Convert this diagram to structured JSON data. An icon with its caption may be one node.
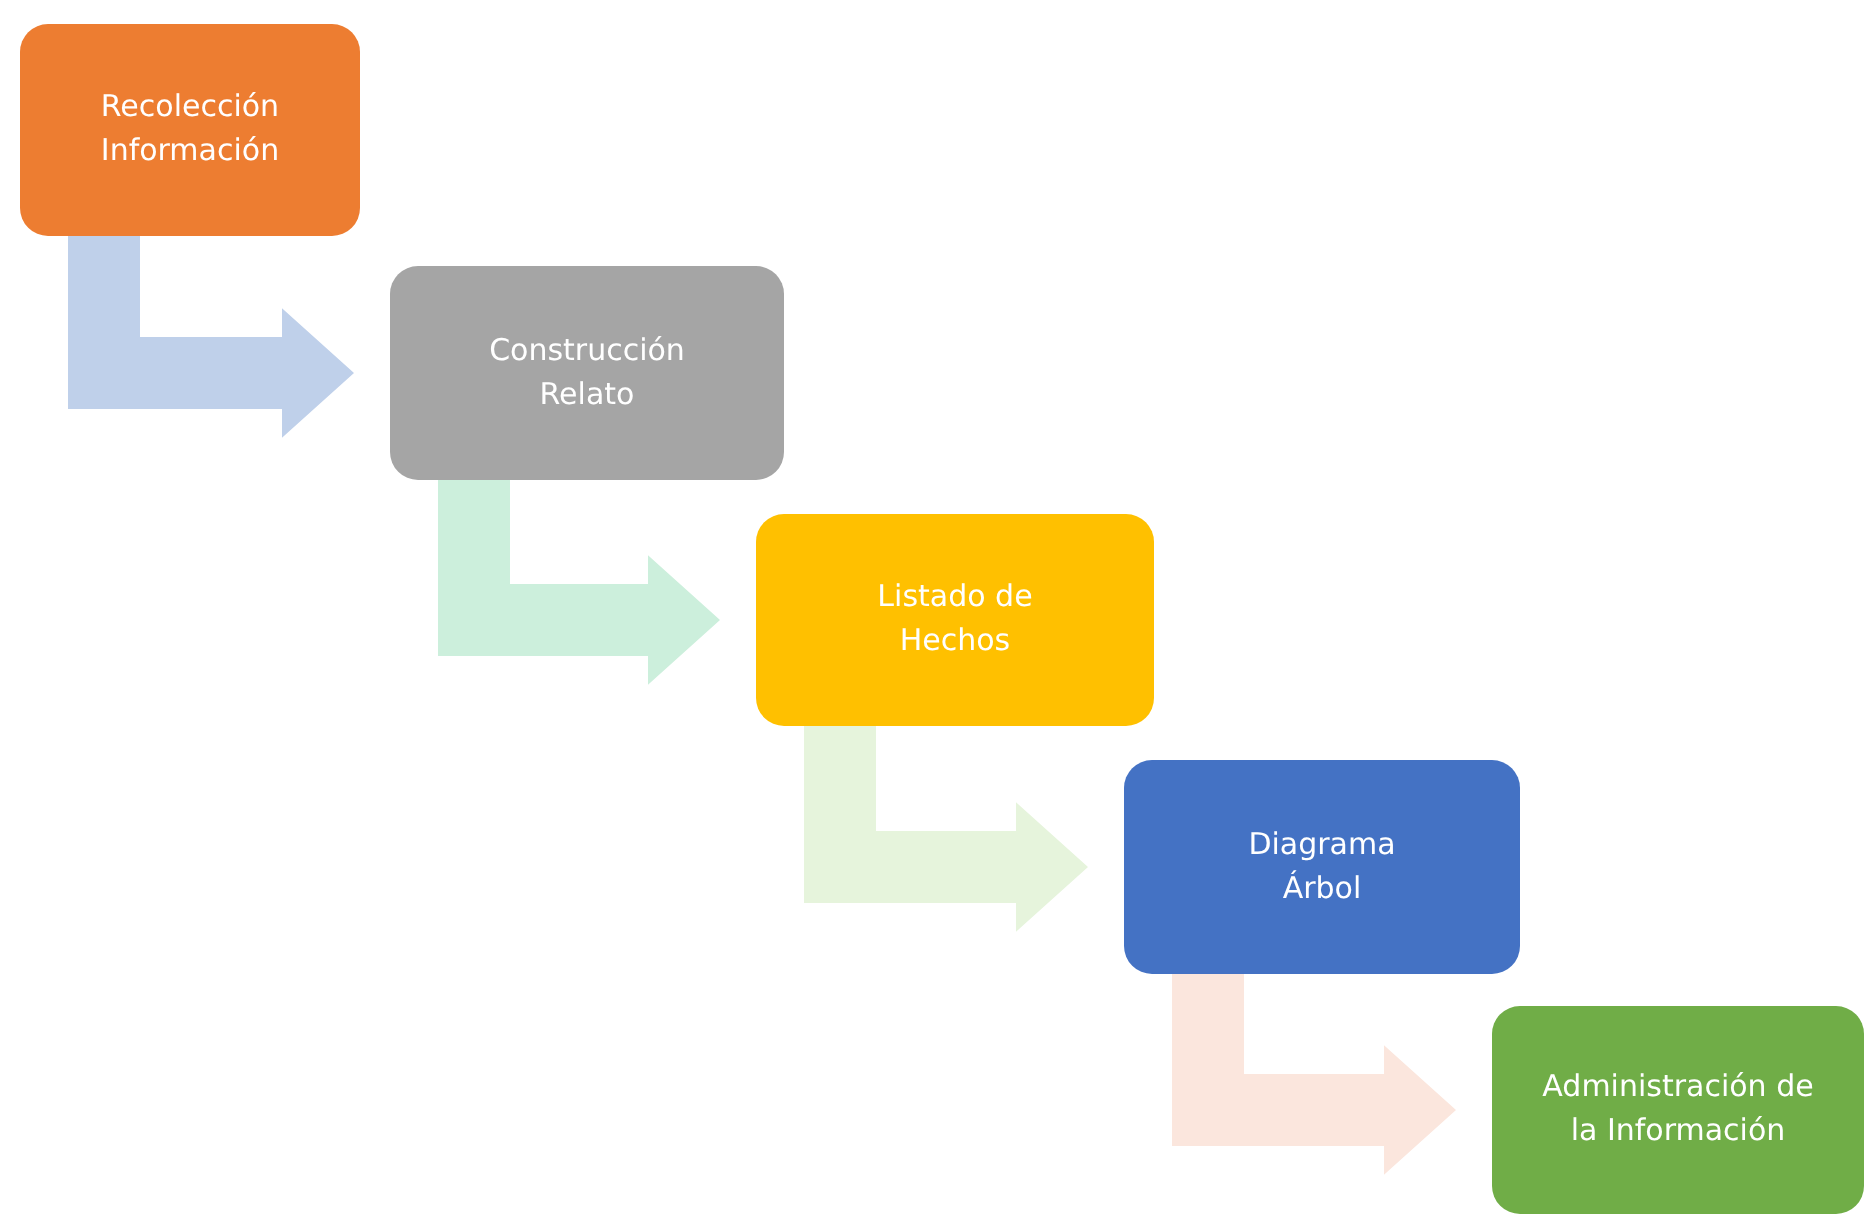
{
  "diagram": {
    "nodes": [
      {
        "text": [
          "Recolección Información"
        ]
      },
      {
        "text": [
          "Construcción Relato"
        ]
      },
      {
        "text": [
          "Listado de Hechos"
        ]
      },
      {
        "text": [
          "Diagrama Árbol"
        ]
      },
      {
        "text": [
          "Administración de la Información"
        ]
      }
    ],
    "edges": [
      {
        "from": 0,
        "to": 1,
        "arrow": "to",
        "style": "thick",
        "color": "#bfd0ea"
      },
      {
        "from": 1,
        "to": 2,
        "arrow": "to",
        "style": "thick",
        "color": "#ccefdc"
      },
      {
        "from": 2,
        "to": 3,
        "arrow": "to",
        "style": "thick",
        "color": "#e6f4dc"
      },
      {
        "from": 3,
        "to": 4,
        "arrow": "to",
        "style": "thick",
        "color": "#fbe6dd"
      }
    ]
  }
}
